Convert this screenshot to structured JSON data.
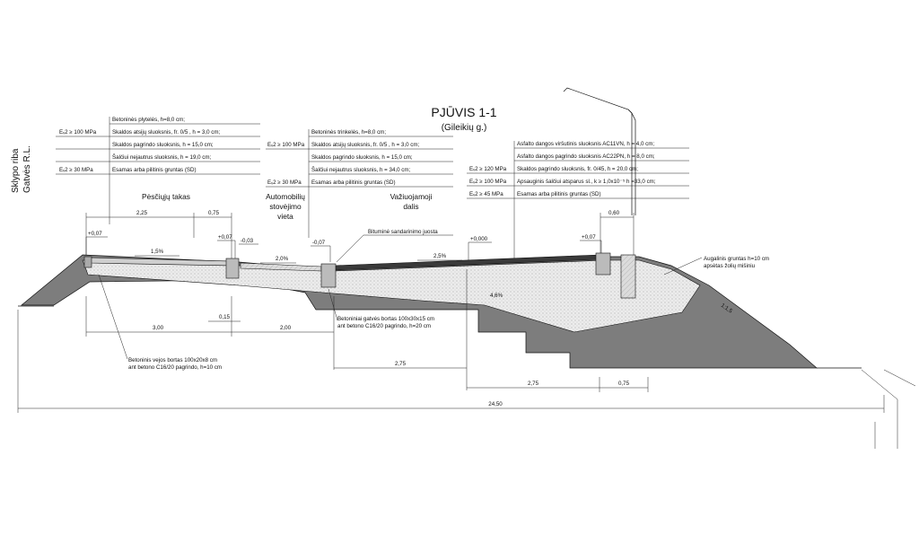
{
  "title": {
    "main": "PJŪVIS 1-1",
    "sub": "(Gileikių g.)"
  },
  "side_labels": {
    "plot_boundary": "Sklypo riba",
    "street_line": "Gatvės R.L."
  },
  "zones": {
    "sidewalk": "Pėsčiųjų takas",
    "parking_1": "Automobilių",
    "parking_2": "stovėjimo",
    "parking_3": "vieta",
    "carriageway_1": "Važiuojamoji",
    "carriageway_2": "dalis"
  },
  "layer_tables": {
    "sidewalk": {
      "rows": [
        {
          "e": "",
          "text": "Betoninės plytelės,  h=8,0 cm;"
        },
        {
          "e": "Eᵥ2 ≥ 100 MPa",
          "text": "Skaldos atsijų sluoksnis, fr. 0/5 ,       h = 3,0 cm;"
        },
        {
          "e": "",
          "text": "Skaldos pagrindo sluoksnis,           h = 15,0 cm;"
        },
        {
          "e": "",
          "text": "Šalčiui nejautrus sluoksnis,           h = 19,0 cm;"
        },
        {
          "e": "Eᵥ2 ≥ 30 MPa",
          "text": "Esamas arba pilitinis gruntas (SD)"
        }
      ]
    },
    "parking": {
      "rows": [
        {
          "e": "",
          "text": "Betoninės trinkelės,  h=8,0 cm;"
        },
        {
          "e": "Eᵥ2 ≥ 100 MPa",
          "text": "Skaldos atsijų sluoksnis, fr. 0/5 ,       h = 3,0 cm;"
        },
        {
          "e": "",
          "text": "Skaldos pagrindo sluoksnis,           h = 15,0 cm;"
        },
        {
          "e": "",
          "text": "Šalčiui nejautrus sluoksnis,           h = 34,0 cm;"
        },
        {
          "e": "Eᵥ2 ≥ 30 MPa",
          "text": "Esamas arba pilitinis gruntas (SD)"
        }
      ]
    },
    "carriageway": {
      "rows": [
        {
          "e": "",
          "text": "Asfalto dangos viršutinis sluoksnis AC11VN, h = 4,0 cm;"
        },
        {
          "e": "",
          "text": "Asfalto dangos pagrindo sluoksnis AC22PN, h = 8,0 cm;"
        },
        {
          "e": "Eᵥ2 ≥ 120 MPa",
          "text": "Skaldos pagrindo sluoksnis, fr. 0/45,          h = 20,0 cm;"
        },
        {
          "e": "Eᵥ2 ≥ 100 MPa",
          "text": "Apsauginis šalčiui atsparus sl., k ≥ 1,0x10⁻⁵ h =33,0 cm;"
        },
        {
          "e": "Eᵥ2 ≥ 45 MPa",
          "text": "Esamas arba pilitinis gruntas (SD)"
        }
      ]
    }
  },
  "dimensions": {
    "d_225": "2,25",
    "d_075a": "0,75",
    "d_060": "0,60",
    "d_300": "3,00",
    "d_200": "2,00",
    "d_015": "0,15",
    "d_275a": "2,75",
    "d_275b": "2,75",
    "d_075b": "0,75",
    "d_2450": "24,50"
  },
  "levels": {
    "l1": "+0,07",
    "l2": "+0,07",
    "l3": "-0,03",
    "l4": "-0,07",
    "l5": "+0,000",
    "l6": "+0,07"
  },
  "slopes": {
    "s1": "1,5%",
    "s2": "2,0%",
    "s3": "2,5%",
    "s4": "4,6%",
    "s5": "1:1,5"
  },
  "annotations": {
    "bitumen": "Bituminė sandarinimo juosta",
    "curb_road_1": "Betoniniai gatvės bortas 100x30x15 cm",
    "curb_road_2": "ant betono C16/20 pagrindo, h=20 cm",
    "curb_walk_1": "Betoninis vejos bortas 100x20x8 cm",
    "curb_walk_2": "ant betono C16/20 pagrindo, h=10 cm",
    "topsoil_1": "Augalinis gruntas h=10 cm",
    "topsoil_2": "apsėtas žolių mišiniu"
  },
  "colors": {
    "embankment": "#7d7d7d",
    "layers": "#e6e6e6",
    "line": "#111111"
  }
}
